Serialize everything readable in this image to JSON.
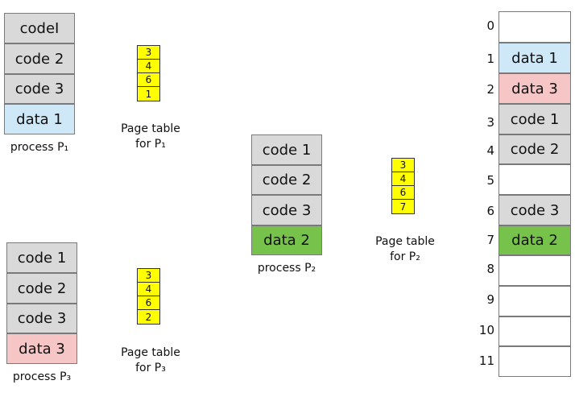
{
  "process1": {
    "blocks": [
      "codeI",
      "code 2",
      "code 3",
      "data 1"
    ],
    "label": "process P₁",
    "page_table": [
      "3",
      "4",
      "6",
      "1"
    ],
    "pt_caption_line1": "Page table",
    "pt_caption_line2": "for P₁"
  },
  "process2": {
    "blocks": [
      "code 1",
      "code 2",
      "code 3",
      "data 2"
    ],
    "label": "process P₂",
    "page_table": [
      "3",
      "4",
      "6",
      "7"
    ],
    "pt_caption_line1": "Page table",
    "pt_caption_line2": "for P₂"
  },
  "process3": {
    "blocks": [
      "code 1",
      "code 2",
      "code 3",
      "data 3"
    ],
    "label": "process P₃",
    "page_table": [
      "3",
      "4",
      "6",
      "2"
    ],
    "pt_caption_line1": "Page table",
    "pt_caption_line2": "for P₃"
  },
  "physical_memory": {
    "row_numbers": [
      "0",
      "1",
      "2",
      "3",
      "4",
      "5",
      "6",
      "7",
      "8",
      "9",
      "10",
      "11"
    ],
    "frames": [
      "",
      "data 1",
      "data 3",
      "code 1",
      "code 2",
      "",
      "code 3",
      "data 2",
      "",
      "",
      "",
      ""
    ]
  },
  "colors": {
    "code": "#d9d9d9",
    "data1": "#cfe8f7",
    "data2": "#76c24b",
    "data3": "#f6c6c6",
    "page_table": "#ffff00"
  }
}
